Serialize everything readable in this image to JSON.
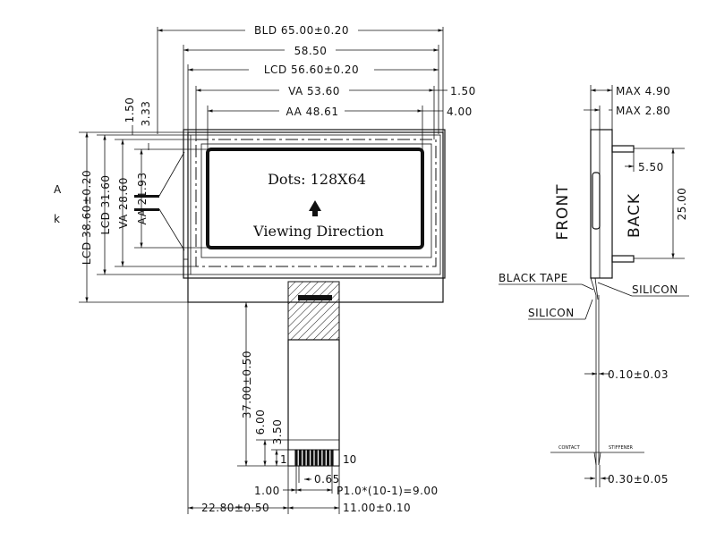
{
  "drawing": {
    "dims": {
      "bld_width": "BLD 65.00±0.20",
      "overall_width": "58.50",
      "lcd_width": "LCD 56.60±0.20",
      "va_width": "VA 53.60",
      "va_offset": "1.50",
      "aa_width": "AA 48.61",
      "aa_offset": "4.00",
      "top_offset_a": "1.50",
      "top_offset_b": "3.33",
      "lcd_height_outer": "LCD 38.60±0.20",
      "lcd_height_inner": "LCD 31.60",
      "va_height": "VA 28.60",
      "aa_height": "AA 21.93",
      "fpc_length": "37.00±0.50",
      "fpc_a": "6.00",
      "fpc_b": "3.50",
      "pin_width": "0.65",
      "pin_offset": "1.00",
      "pitch": "P1.0*(10-1)=9.00",
      "fpc_x_offset": "22.80±0.50",
      "fpc_width": "11.00±0.10",
      "max_thickness": "MAX 4.90",
      "max_glass": "MAX 2.80",
      "pin_length": "5.50",
      "pin_spacing": "25.00",
      "fpc_thickness": "0.10±0.03",
      "stiffener_thickness": "0.30±0.05"
    },
    "labels": {
      "dots": "Dots:  128X64",
      "viewing_direction": "Viewing Direction",
      "led_anode": "A",
      "led_cathode": "k",
      "pin_first": "1",
      "pin_last": "10",
      "front": "FRONT",
      "back": "BACK",
      "black_tape": "BLACK TAPE",
      "silicon_top": "SILICON",
      "silicon_bottom": "SILICON",
      "contact": "CONTACT",
      "stiffener": "STIFFENER"
    }
  }
}
